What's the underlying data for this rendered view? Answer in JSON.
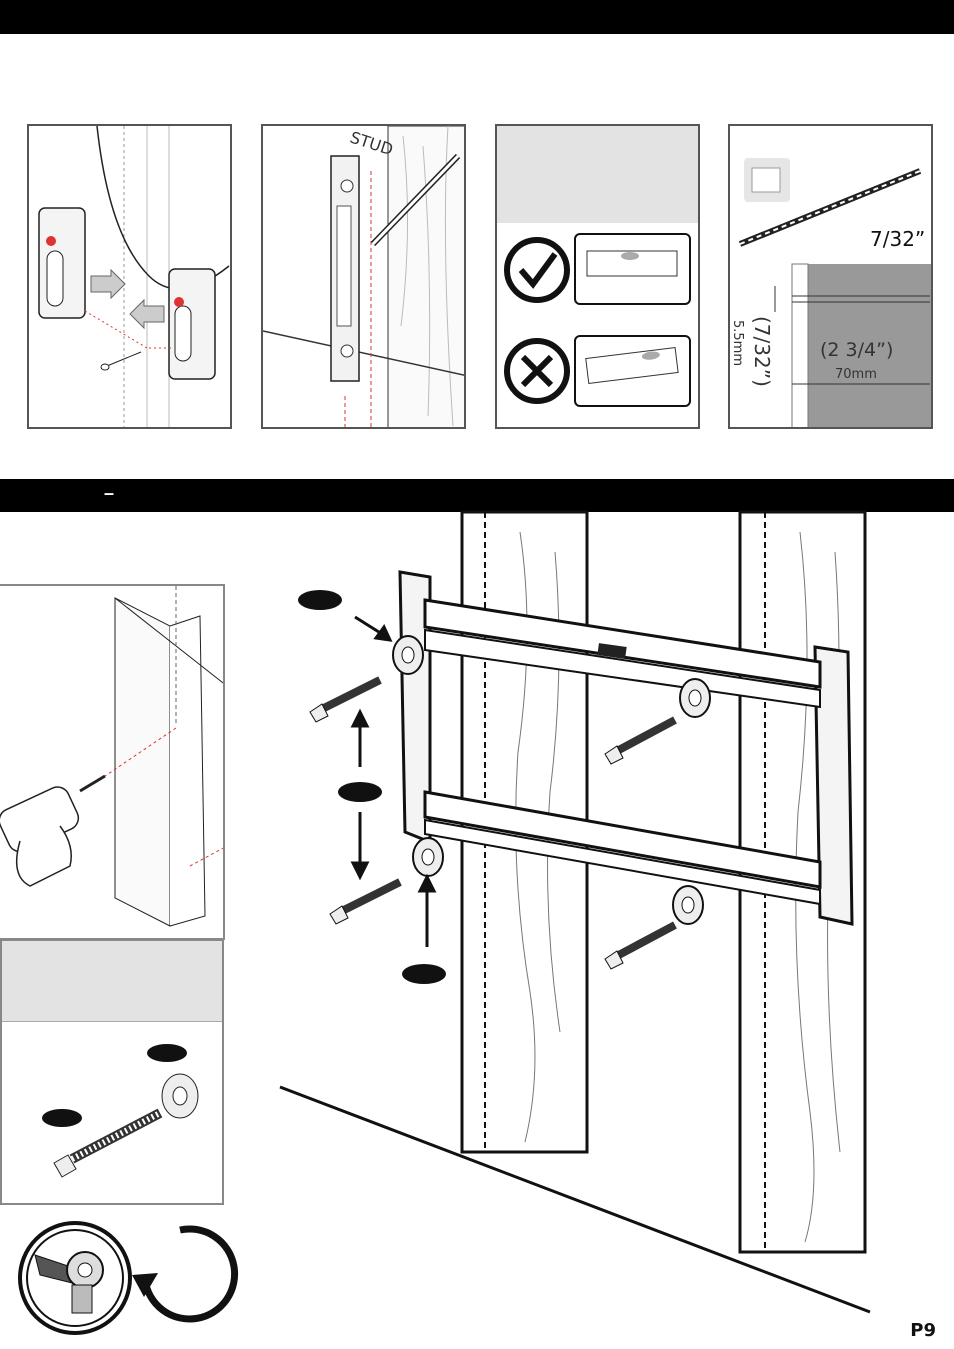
{
  "section_bar_separator": "–",
  "step_panels": {
    "stud": {
      "label": "STUD"
    },
    "drill": {
      "bit_size": "7/32”",
      "hole_size_inch": "(7/32”)",
      "hole_size_mm": "5.5mm",
      "depth_inch": "(2 3/4”)",
      "depth_mm": "70mm"
    }
  },
  "icons": {
    "correct": "check-circle-icon",
    "incorrect": "x-circle-icon",
    "rotate": "clockwise-arrow-icon"
  },
  "page_number": "P9"
}
